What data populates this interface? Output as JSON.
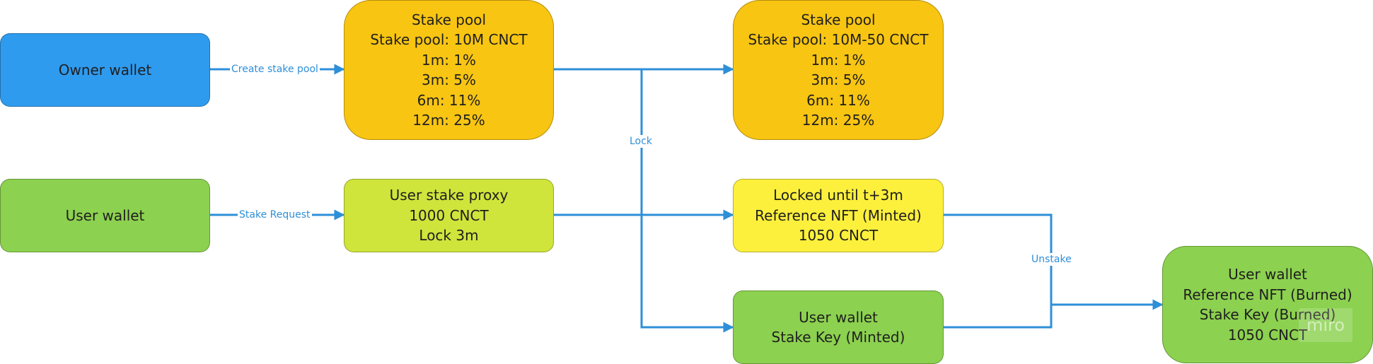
{
  "colors": {
    "blue": "#2e9bef",
    "orange": "#f8c512",
    "green": "#8cd14f",
    "lime": "#cfe53b",
    "yellow": "#fcf03c",
    "arrow": "#2e8fd8"
  },
  "nodes": {
    "owner_wallet": {
      "lines": [
        "Owner wallet"
      ]
    },
    "stake_pool_1": {
      "lines": [
        "Stake pool",
        "Stake pool: 10M CNCT",
        "1m: 1%",
        "3m: 5%",
        "6m: 11%",
        "12m: 25%"
      ]
    },
    "stake_pool_2": {
      "lines": [
        "Stake pool",
        "Stake pool: 10M-50 CNCT",
        "1m: 1%",
        "3m: 5%",
        "6m: 11%",
        "12m: 25%"
      ]
    },
    "user_wallet_1": {
      "lines": [
        "User wallet"
      ]
    },
    "user_stake_proxy": {
      "lines": [
        "User stake proxy",
        "1000 CNCT",
        "Lock 3m"
      ]
    },
    "locked": {
      "lines": [
        "Locked until t+3m",
        "Reference NFT (Minted)",
        "1050 CNCT"
      ]
    },
    "user_wallet_2": {
      "lines": [
        "User wallet",
        "Stake Key (Minted)"
      ]
    },
    "user_wallet_3": {
      "lines": [
        "User wallet",
        "Reference NFT (Burned)",
        "Stake Key (Burned)",
        "1050 CNCT"
      ]
    }
  },
  "edges": {
    "create_stake_pool": "Create stake pool",
    "stake_request": "Stake Request",
    "lock": "Lock",
    "unstake": "Unstake"
  },
  "watermark": "miro"
}
